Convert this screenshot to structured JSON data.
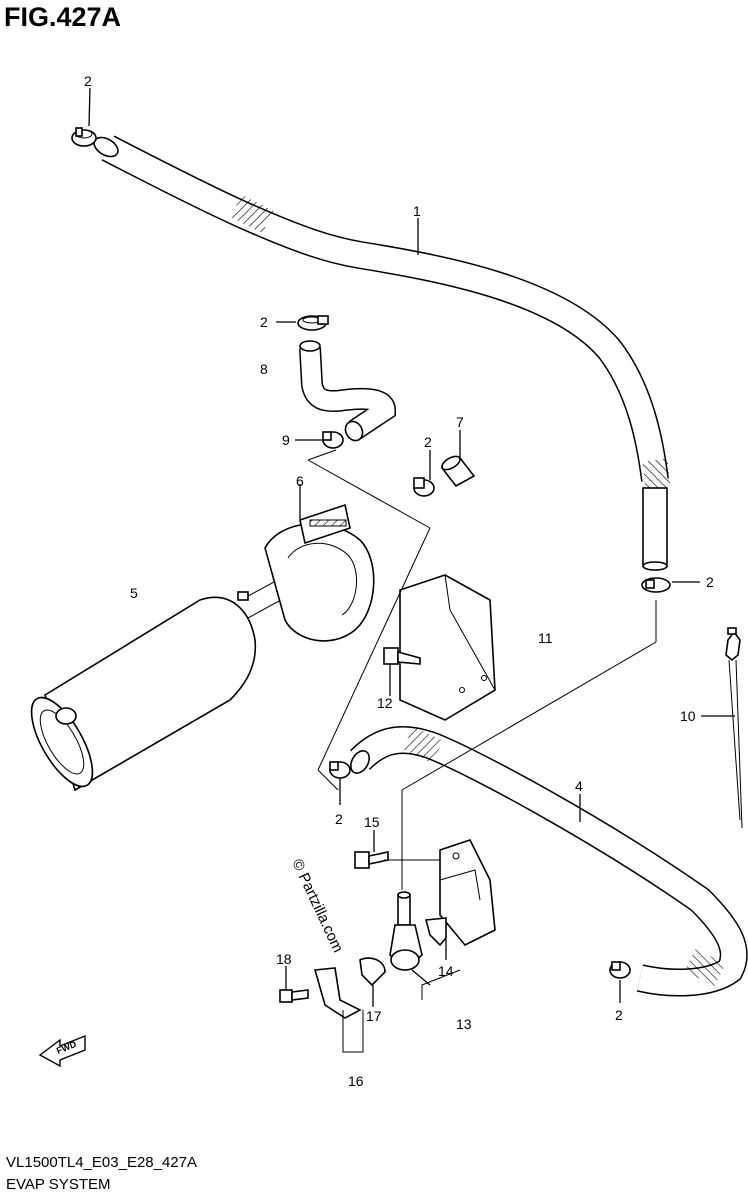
{
  "figure": {
    "title": "FIG.427A",
    "code": "VL1500TL4_E03_E28_427A",
    "name": "EVAP SYSTEM",
    "watermark": "© Partzilla.com",
    "fwd_label": "FWD"
  },
  "callouts": [
    {
      "id": "c1",
      "text": "1"
    },
    {
      "id": "c2a",
      "text": "2"
    },
    {
      "id": "c2b",
      "text": "2"
    },
    {
      "id": "c2c",
      "text": "2"
    },
    {
      "id": "c2d",
      "text": "2"
    },
    {
      "id": "c2e",
      "text": "2"
    },
    {
      "id": "c2f",
      "text": "2"
    },
    {
      "id": "c4",
      "text": "4"
    },
    {
      "id": "c5",
      "text": "5"
    },
    {
      "id": "c6",
      "text": "6"
    },
    {
      "id": "c7",
      "text": "7"
    },
    {
      "id": "c8",
      "text": "8"
    },
    {
      "id": "c9",
      "text": "9"
    },
    {
      "id": "c10",
      "text": "10"
    },
    {
      "id": "c11",
      "text": "11"
    },
    {
      "id": "c12",
      "text": "12"
    },
    {
      "id": "c13",
      "text": "13"
    },
    {
      "id": "c14",
      "text": "14"
    },
    {
      "id": "c15",
      "text": "15"
    },
    {
      "id": "c16",
      "text": "16"
    },
    {
      "id": "c17",
      "text": "17"
    },
    {
      "id": "c18",
      "text": "18"
    }
  ]
}
